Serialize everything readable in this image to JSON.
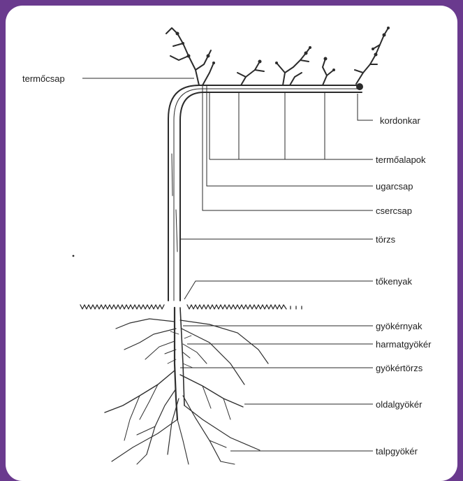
{
  "diagram": {
    "labels": {
      "termocsap": "termőcsap",
      "kordonkar": "kordonkar",
      "termoalapok": "termőalapok",
      "ugarcsap": "ugarcsap",
      "cserecsap": "csercsap",
      "torzs": "törzs",
      "tokenyak": "tőkenyak",
      "gyokernyak": "gyökérnyak",
      "harmatgyoker": "harmatgyökér",
      "gyokertorzs": "gyökértörzs",
      "oldalgyoker": "oldalgyökér",
      "talpgyoker": "talpgyökér"
    }
  },
  "colors": {
    "frame": "#6a3a8e",
    "panel": "#ffffff",
    "ink": "#2b2b2b"
  }
}
